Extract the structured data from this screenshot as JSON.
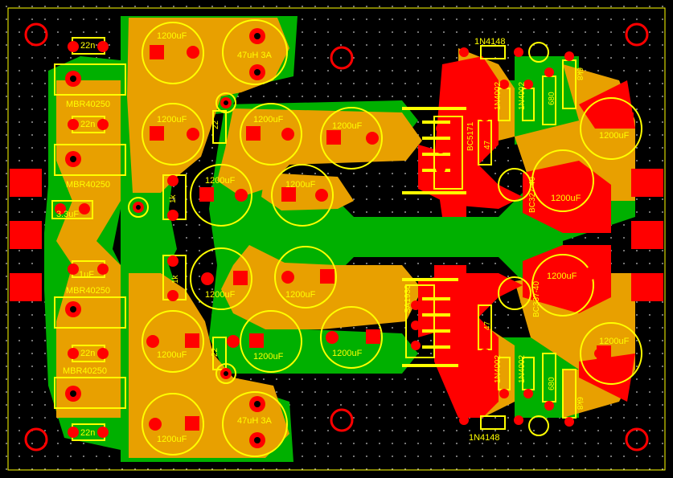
{
  "colors": {
    "background": "#000000",
    "copper_top": "#e8a000",
    "copper_bottom": "#00b000",
    "copper_red": "#ff0000",
    "silkscreen": "#ffff00",
    "grid_dot": "#c8c8c8"
  },
  "labels": {
    "c_tl": "1200uF",
    "l_top": "47uH 3A",
    "cap_22n_1": "22n",
    "mbr_1": "MBR40250",
    "cap_22n_2": "22n",
    "c_left1": "1200uF",
    "c_mid1": "1200uF",
    "c_mid2": "1200uF",
    "r_22_top": "22",
    "mbr_2": "MBR40250",
    "c_left2": "1200uF",
    "c_mid3": "1200uF",
    "r_1k": "1k",
    "cap_33u": "3.3uF",
    "cap_1u": "1uF",
    "mbr_3": "MBR40250",
    "r_1k_b": "1k",
    "c_left3": "1200uF",
    "c_mid4": "1200uF",
    "c_left4": "1200uF",
    "c_mid5": "1200uF",
    "c_mid6": "1200uF",
    "r_22_bot": "22",
    "cap_22n_3": "22n",
    "mbr_4": "MBR40250",
    "c_left5": "1200uF",
    "l_bot": "47uH 3A",
    "cap_22n_4": "22n",
    "d_1n4148_top": "1N4148",
    "d_1n4002_t1": "1N4002",
    "d_1n4002_t2": "1N4002",
    "r_680_top": "680",
    "r_6k8_top": "6k8",
    "q_bc5171": "BC5171",
    "r_47_top": "47",
    "q_bc327": "BC327-40",
    "c_right1": "1200uF",
    "c_right2": "1200uF",
    "q_sa1930": "SA1930",
    "r_47_bot": "47",
    "q_bc337": "BC337-40",
    "c_right3": "1200uF",
    "c_right4": "1200uF",
    "d_1n4002_b1": "1N4002",
    "d_1n4002_b2": "1N4002",
    "r_680_bot": "680",
    "r_6k8_bot": "6k8",
    "d_1n4148_bot": "1N4148"
  }
}
